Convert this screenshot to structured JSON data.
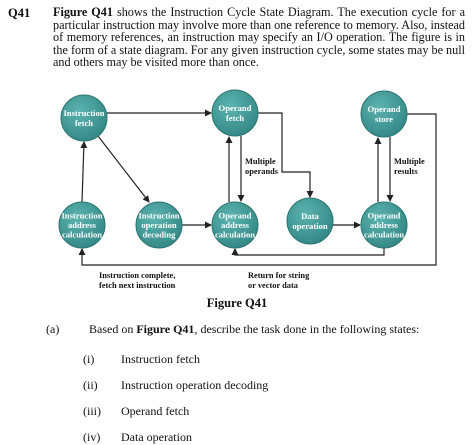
{
  "question": {
    "number": "Q41",
    "figure_ref": "Figure Q41",
    "text_after_ref": " shows the Instruction Cycle State Diagram. The execution cycle for a particular instruction may involve more than one reference to memory. Also, instead of memory references, an instruction may specify an I/O operation. The figure is in the form of a state diagram. For any given instruction cycle, some states may be null and others may be visited more than once."
  },
  "diagram": {
    "nodes": [
      {
        "id": "instruction_fetch",
        "lines": [
          "Instruction",
          "fetch"
        ]
      },
      {
        "id": "operand_fetch",
        "lines": [
          "Operand",
          "fetch"
        ]
      },
      {
        "id": "operand_store",
        "lines": [
          "Operand",
          "store"
        ]
      },
      {
        "id": "instruction_address_calc",
        "lines": [
          "Instruction",
          "address",
          "calculation"
        ]
      },
      {
        "id": "instruction_operation_decoding",
        "lines": [
          "Instruction",
          "operation",
          "decoding"
        ]
      },
      {
        "id": "operand_address_calc_1",
        "lines": [
          "Operand",
          "address",
          "calculation"
        ]
      },
      {
        "id": "data_operation",
        "lines": [
          "Data",
          "operation"
        ]
      },
      {
        "id": "operand_address_calc_2",
        "lines": [
          "Operand",
          "address",
          "calculation"
        ]
      }
    ],
    "labels": {
      "multiple_operands": [
        "Multiple",
        "operands"
      ],
      "multiple_results": [
        "Multiple",
        "results"
      ],
      "instruction_complete": [
        "Instruction complete,",
        "fetch next instruction"
      ],
      "return_for_string": [
        "Return for string",
        "or vector data"
      ]
    },
    "colors": {
      "node_fill": "#3f9a97",
      "node_stroke": "#2c7471",
      "arrow": "#222222"
    }
  },
  "caption": "Figure Q41",
  "part_a": {
    "label": "(a)",
    "prefix": "Based on ",
    "figure_ref": "Figure Q41",
    "suffix": ", describe the task done in the following states:",
    "items": [
      {
        "num": "(i)",
        "text": "Instruction fetch"
      },
      {
        "num": "(ii)",
        "text": "Instruction operation decoding"
      },
      {
        "num": "(iii)",
        "text": "Operand fetch"
      },
      {
        "num": "(iv)",
        "text": "Data operation"
      }
    ]
  }
}
